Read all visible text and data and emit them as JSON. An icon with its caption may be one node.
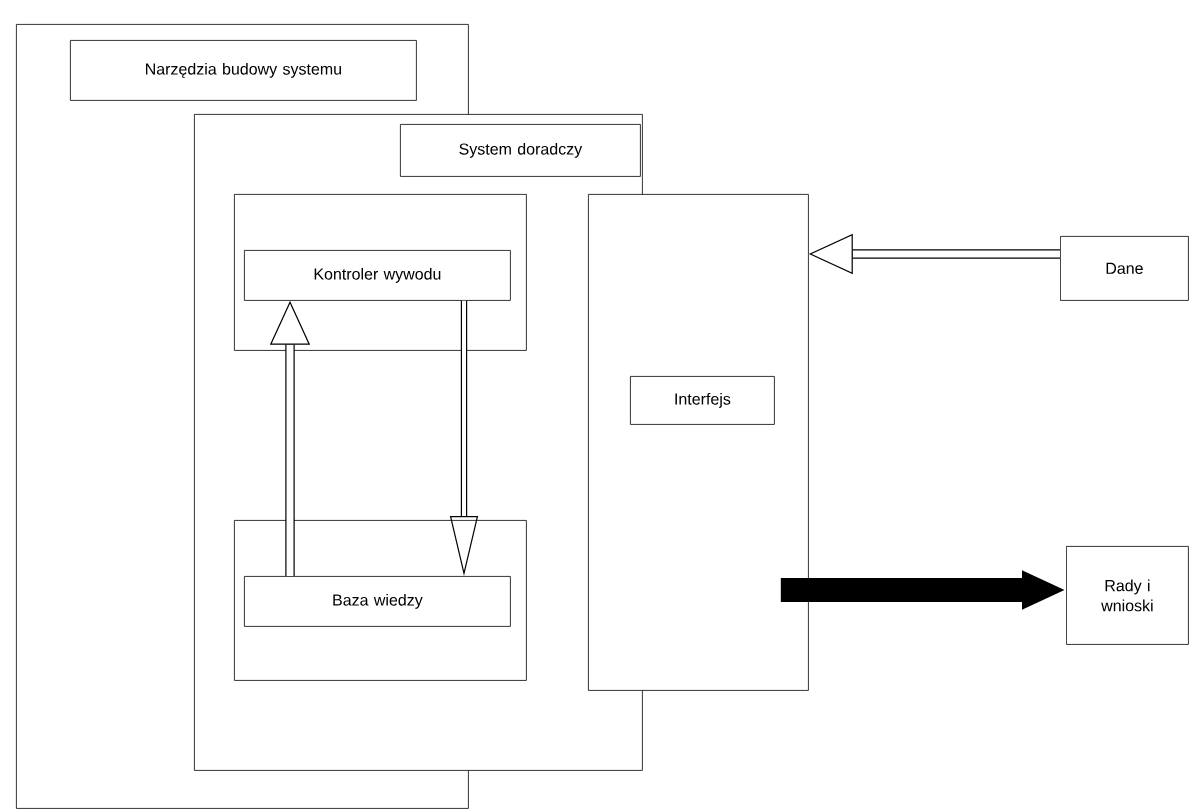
{
  "diagram": {
    "nodes": [
      {
        "text": [],
        "shape": "box"
      },
      {
        "text": [
          "Narzędzia budowy systemu"
        ],
        "in": 0
      },
      {
        "text": [],
        "shape": "box"
      },
      {
        "text": [
          "System doradczy"
        ],
        "in": 2
      },
      {
        "text": [],
        "shape": "box",
        "in": 2
      },
      {
        "text": [
          "Kontroler wywodu"
        ],
        "in": 4
      },
      {
        "text": [],
        "shape": "box",
        "in": 2
      },
      {
        "text": [
          "Baza wiedzy"
        ],
        "in": 6
      },
      {
        "text": [],
        "shape": "box"
      },
      {
        "text": [
          "Interfejs"
        ],
        "in": 8
      },
      {
        "text": [
          "Dane"
        ]
      },
      {
        "text": [
          "Rady i wnioski"
        ]
      }
    ],
    "edges": [
      {
        "from": 7,
        "to": 5,
        "arrow": "to"
      },
      {
        "from": 5,
        "to": 7,
        "arrow": "to"
      },
      {
        "from": 10,
        "to": 8,
        "arrow": "to"
      },
      {
        "from": 8,
        "to": 11,
        "arrow": "to",
        "style": "thick"
      }
    ]
  }
}
